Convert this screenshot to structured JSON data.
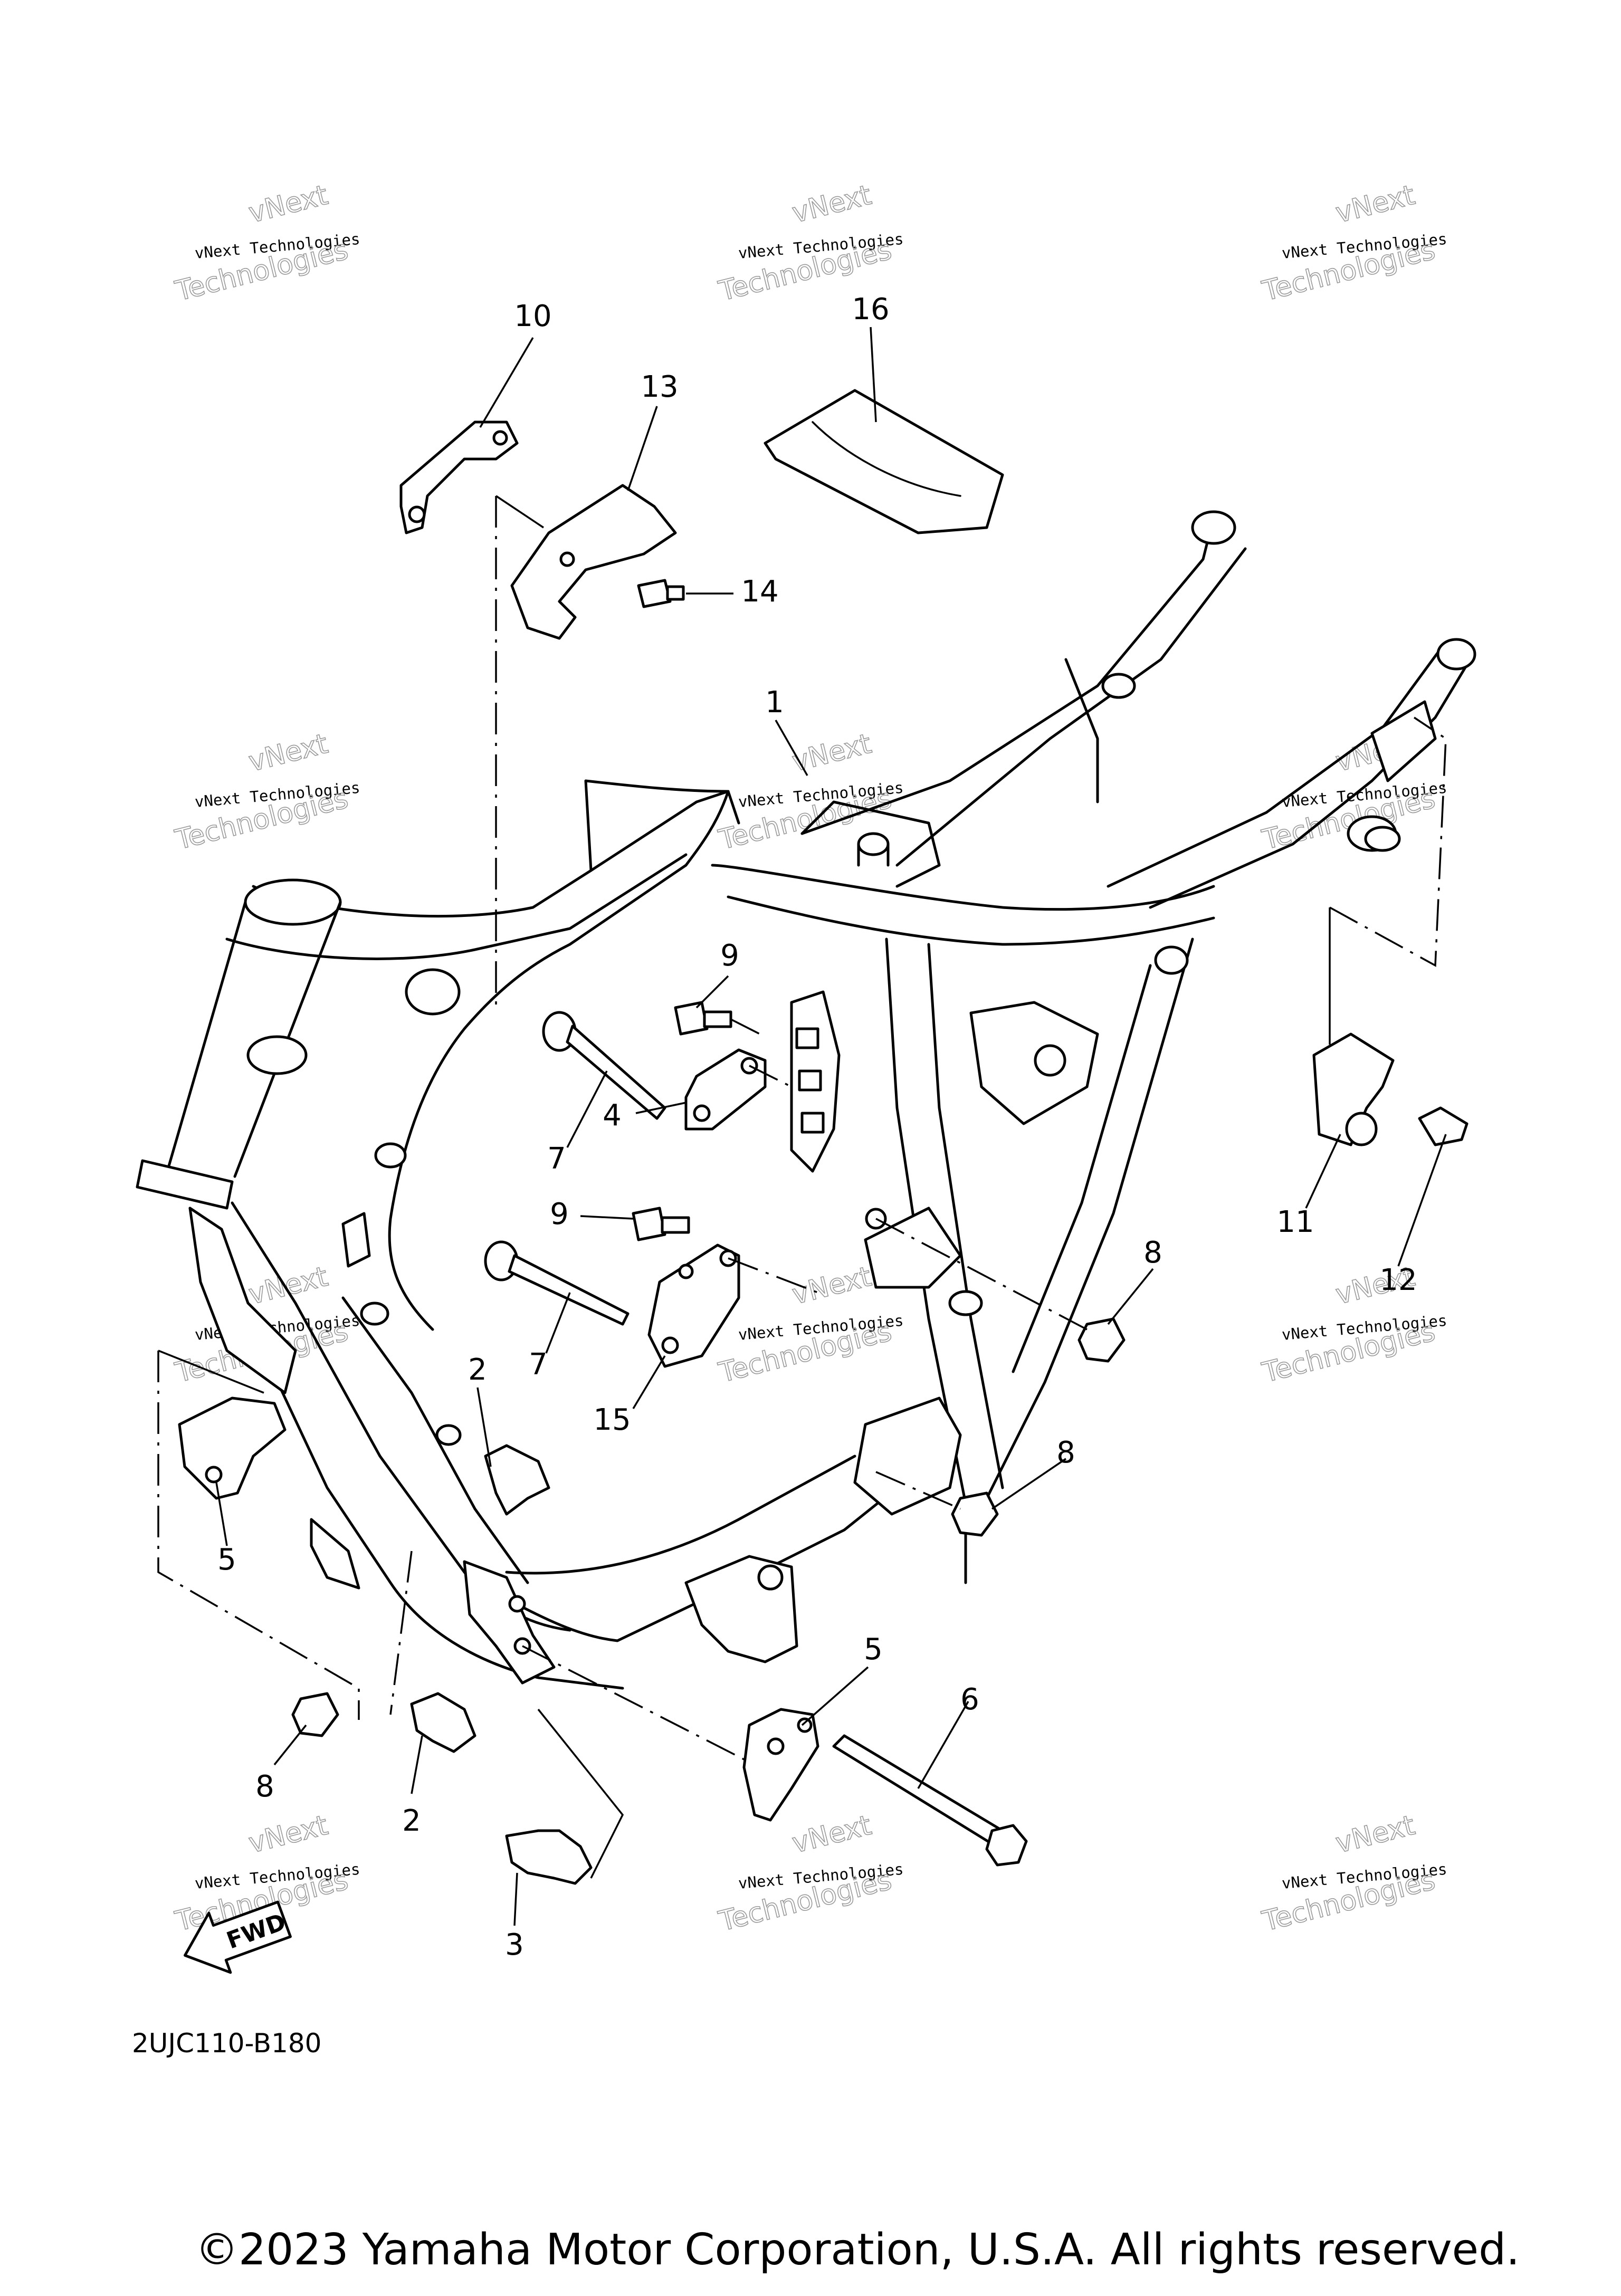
{
  "diagram": {
    "diagram_code": "2UJC110-B180",
    "copyright": "©2023 Yamaha Motor Corporation, U.S.A. All rights reserved.",
    "fwd_label": "FWD",
    "watermark": {
      "small": "vNext Technologies",
      "big1": "vNext",
      "big2": "Technologies"
    },
    "callouts": {
      "p1": "1",
      "p2a": "2",
      "p2b": "2",
      "p3": "3",
      "p4": "4",
      "p5a": "5",
      "p5b": "5",
      "p6": "6",
      "p7a": "7",
      "p7b": "7",
      "p8a": "8",
      "p8b": "8",
      "p8c": "8",
      "p9a": "9",
      "p9b": "9",
      "p10": "10",
      "p11": "11",
      "p12": "12",
      "p13": "13",
      "p14": "14",
      "p15": "15",
      "p16": "16"
    }
  }
}
